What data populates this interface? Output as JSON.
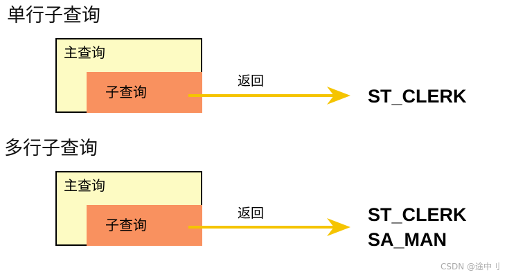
{
  "colors": {
    "outer_fill": "#fdfbc3",
    "inner_fill": "#f9915f",
    "arrow": "#f5c400",
    "border": "#000000"
  },
  "single_row": {
    "title": "单行子查询",
    "outer_label": "主查询",
    "inner_label": "子查询",
    "arrow_label": "返回",
    "results": [
      "ST_CLERK"
    ]
  },
  "multi_row": {
    "title": "多行子查询",
    "outer_label": "主查询",
    "inner_label": "子查询",
    "arrow_label": "返回",
    "results": [
      "ST_CLERK",
      "SA_MAN"
    ]
  },
  "watermark": "CSDN @途中刂"
}
